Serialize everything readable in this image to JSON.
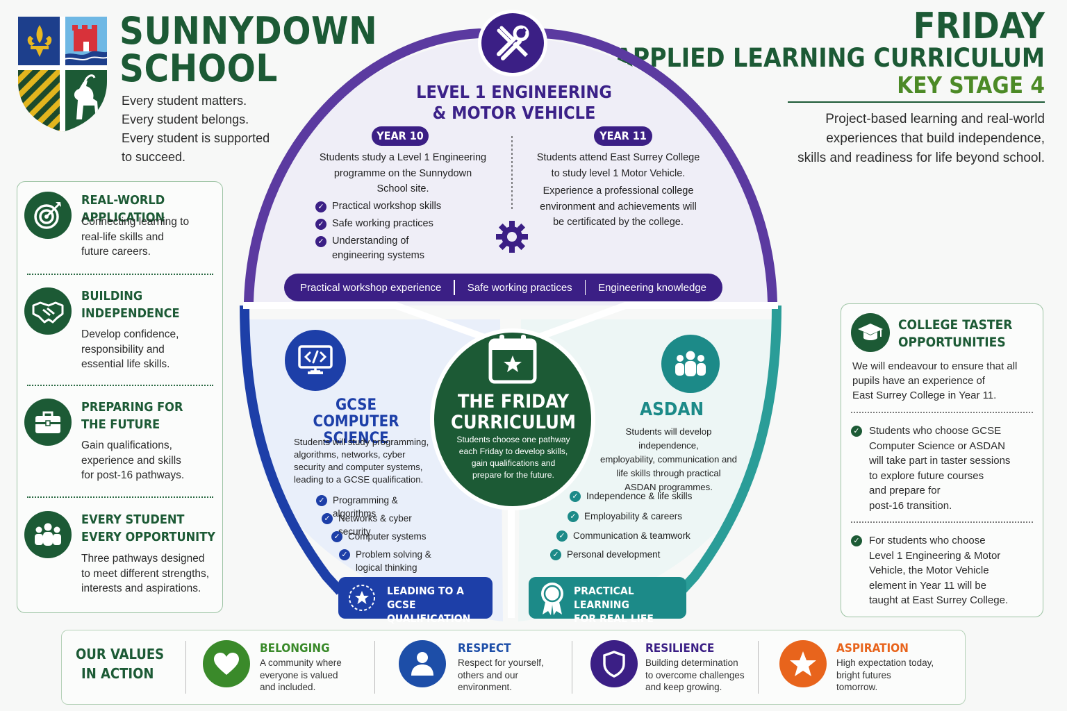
{
  "school": {
    "name_line1": "SUNNYDOWN",
    "name_line2": "SCHOOL",
    "motto": [
      "Every student matters.",
      "Every student belongs.",
      "Every student is supported",
      "to succeed."
    ]
  },
  "header": {
    "title": "FRIDAY",
    "subtitle": "APPLIED LEARNING CURRICULUM",
    "stage": "KEY STAGE 4",
    "description": [
      "Project-based learning and real-world",
      "experiences that build independence,",
      "skills and readiness for life beyond school."
    ]
  },
  "left_panel": {
    "items": [
      {
        "title": [
          "REAL-WORLD APPLICATION"
        ],
        "text": [
          "Connecting learning to",
          "real-life skills and",
          "future careers."
        ],
        "icon": "target-icon"
      },
      {
        "title": [
          "BUILDING",
          "INDEPENDENCE"
        ],
        "text": [
          "Develop confidence,",
          "responsibility and",
          "essential life skills."
        ],
        "icon": "handshake-icon"
      },
      {
        "title": [
          "PREPARING FOR",
          "THE FUTURE"
        ],
        "text": [
          "Gain qualifications,",
          "experience and skills",
          "for post-16 pathways."
        ],
        "icon": "briefcase-icon"
      },
      {
        "title": [
          "EVERY STUDENT",
          "EVERY OPPORTUNITY"
        ],
        "text": [
          "Three pathways designed",
          "to meet different strengths,",
          "interests and aspirations."
        ],
        "icon": "people-icon"
      }
    ]
  },
  "engineering": {
    "title": [
      "LEVEL 1 ENGINEERING",
      "& MOTOR VEHICLE"
    ],
    "year10": {
      "label": "YEAR 10",
      "text": [
        "Students study a Level 1 Engineering",
        "programme on the Sunnydown",
        "School site."
      ],
      "bullets": [
        "Practical workshop skills",
        "Safe working practices",
        "Understanding of engineering systems"
      ]
    },
    "year11": {
      "label": "YEAR 11",
      "text": [
        "Students attend East Surrey College",
        "to study level 1 Motor Vehicle.",
        "Experience a professional college",
        "environment and achievements will",
        "be certificated by the college."
      ]
    },
    "bar": [
      "Practical workshop experience",
      "Safe working practices",
      "Engineering knowledge"
    ]
  },
  "gcse": {
    "title": [
      "GCSE",
      "COMPUTER SCIENCE"
    ],
    "text": [
      "Students will study programming,",
      "algorithms, networks, cyber",
      "security and computer systems,",
      "leading to a GCSE qualification."
    ],
    "bullets": [
      "Programming & algorithms",
      "Networks & cyber security",
      "Computer systems",
      "Problem solving & logical thinking"
    ],
    "badge": [
      "LEADING TO A",
      "GCSE QUALIFICATION"
    ]
  },
  "center": {
    "title": [
      "THE FRIDAY",
      "CURRICULUM"
    ],
    "text": [
      "Students choose one pathway",
      "each Friday to develop skills,",
      "gain qualifications and",
      "prepare for the future."
    ]
  },
  "asdan": {
    "title": "ASDAN",
    "text": [
      "Students will develop independence,",
      "employability, communication and",
      "life skills through practical",
      "ASDAN programmes."
    ],
    "bullets": [
      "Independence & life skills",
      "Employability & careers",
      "Communication & teamwork",
      "Personal development"
    ],
    "badge": [
      "PRACTICAL LEARNING",
      "FOR REAL LIFE"
    ]
  },
  "college": {
    "title": [
      "COLLEGE TASTER",
      "OPPORTUNITIES"
    ],
    "intro": [
      "We will endeavour to ensure that all",
      "pupils have an experience of",
      "East Surrey College in Year 11."
    ],
    "bullets": [
      [
        "Students who choose GCSE",
        "Computer Science or ASDAN",
        "will take part in taster sessions",
        "to explore future courses",
        "and prepare for",
        "post-16 transition."
      ],
      [
        "For students who choose",
        "Level 1 Engineering & Motor",
        "Vehicle, the Motor Vehicle",
        "element in Year 11 will be",
        "taught at East Surrey College."
      ]
    ]
  },
  "values": {
    "label": [
      "OUR VALUES",
      "IN ACTION"
    ],
    "items": [
      {
        "title": "BELONGING",
        "text": [
          "A community where",
          "everyone is valued",
          "and included."
        ],
        "color": "#3a8a2a",
        "icon": "heart-icon"
      },
      {
        "title": "RESPECT",
        "text": [
          "Respect for yourself,",
          "others and our",
          "environment."
        ],
        "color": "#1d4ea8",
        "icon": "person-icon"
      },
      {
        "title": "RESILIENCE",
        "text": [
          "Building determination",
          "to overcome challenges",
          "and keep growing."
        ],
        "color": "#3b1f85",
        "icon": "shield-icon"
      },
      {
        "title": "ASPIRATION",
        "text": [
          "High expectation today,",
          "bright futures",
          "tomorrow."
        ],
        "color": "#e8641c",
        "icon": "star-icon"
      }
    ]
  },
  "colors": {
    "green": "#1c5a35",
    "purple": "#3b1f85",
    "blue": "#1d3fa8",
    "teal": "#1c8a88",
    "lime": "#4c8a26"
  }
}
